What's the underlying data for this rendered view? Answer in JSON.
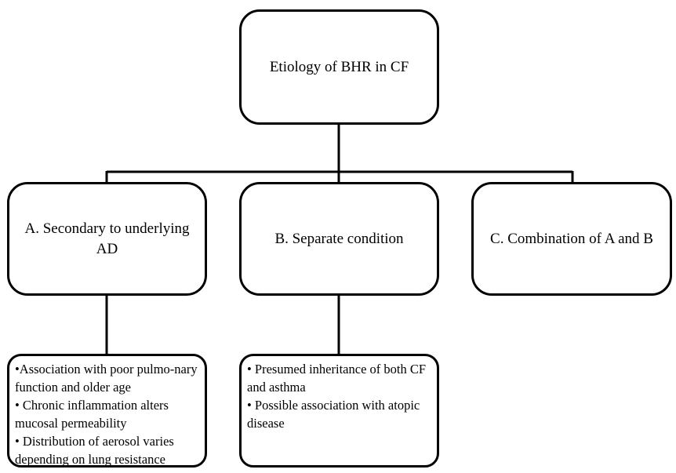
{
  "root": {
    "label": "Etiology of BHR in CF"
  },
  "categories": [
    {
      "label": "A. Secondary  to underlying AD"
    },
    {
      "label": "B. Separate  condition"
    },
    {
      "label": "C. Combination  of A and B"
    }
  ],
  "details": [
    {
      "lines": [
        "•Association with poor pulmo-nary function and older age",
        "• Chronic inflammation  alters mucosal permeability",
        "• Distribution  of aerosol varies depending on lung  resistance"
      ]
    },
    {
      "lines": [
        "• Presumed inheritance  of both CF and asthma",
        "• Possible association with atopic disease"
      ]
    }
  ]
}
